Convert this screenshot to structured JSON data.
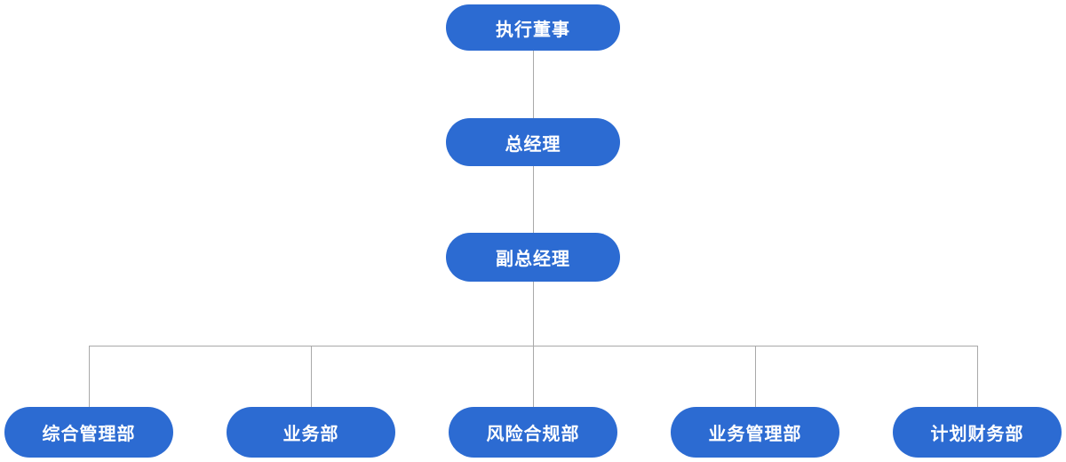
{
  "diagram": {
    "type": "org-chart",
    "levels": 4,
    "root": {
      "label": "执行董事"
    },
    "level2": {
      "label": "总经理"
    },
    "level3": {
      "label": "副总经理"
    },
    "departments": [
      {
        "label": "综合管理部"
      },
      {
        "label": "业务部"
      },
      {
        "label": "风险合规部"
      },
      {
        "label": "业务管理部"
      },
      {
        "label": "计划财务部"
      }
    ],
    "edges": [
      {
        "from": "执行董事",
        "to": "总经理"
      },
      {
        "from": "总经理",
        "to": "副总经理"
      },
      {
        "from": "副总经理",
        "to": "综合管理部"
      },
      {
        "from": "副总经理",
        "to": "业务部"
      },
      {
        "from": "副总经理",
        "to": "风险合规部"
      },
      {
        "from": "副总经理",
        "to": "业务管理部"
      },
      {
        "from": "副总经理",
        "to": "计划财务部"
      }
    ],
    "colors": {
      "node_fill": "#2c6bd2",
      "node_text": "#ffffff",
      "connector": "#a9a9a9",
      "background": "#ffffff"
    }
  }
}
